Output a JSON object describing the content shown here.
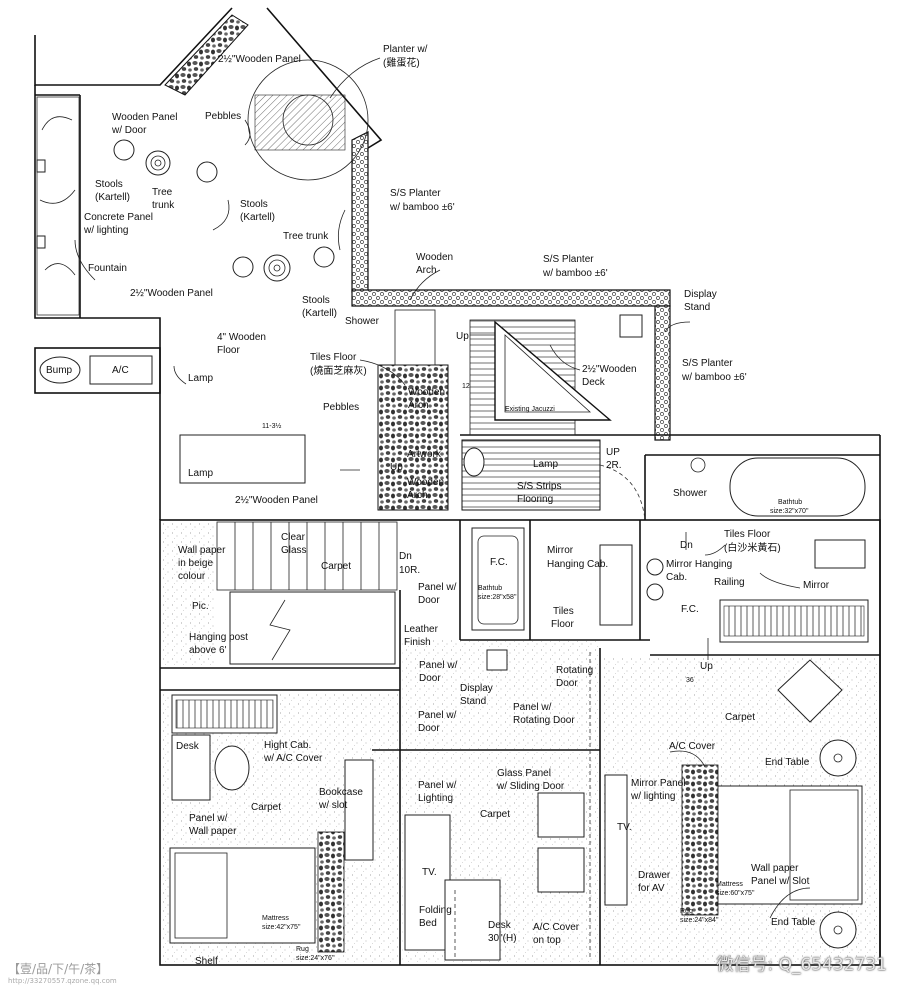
{
  "labels": {
    "wooden_panel_top": "2½\"Wooden Panel",
    "planter_line1": "Planter w/",
    "planter_line2": "(雞蛋花)",
    "wooden_panel_door_1": "Wooden Panel",
    "wooden_panel_door_2": "w/ Door",
    "pebbles_top": "Pebbles",
    "stools_1a": "Stools",
    "stools_1b": "(Kartell)",
    "tree_trunk_1a": "Tree",
    "tree_trunk_1b": "trunk",
    "concrete_1": "Concrete Panel",
    "concrete_2": "w/ lighting",
    "stools_2a": "Stools",
    "stools_2b": "(Kartell)",
    "tree_trunk_2": "Tree trunk",
    "ss_planter_left_1": "S/S Planter",
    "ss_planter_left_2": "w/ bamboo ±6'",
    "fountain": "Fountain",
    "wooden_arch_top_1": "Wooden",
    "wooden_arch_top_2": "Arch",
    "ss_planter_mid_1": "S/S Planter",
    "ss_planter_mid_2": "w/ bamboo ±6'",
    "display_stand_top_1": "Display",
    "display_stand_top_2": "Stand",
    "wooden_panel_mid": "2½\"Wooden Panel",
    "stools_3a": "Stools",
    "stools_3b": "(Kartell)",
    "shower_top": "Shower",
    "wood_floor_1": "4\" Wooden",
    "wood_floor_2": "Floor",
    "up_jacuzzi": "Up",
    "ss_planter_right_1": "S/S Planter",
    "ss_planter_right_2": "w/ bamboo ±6'",
    "bump": "Bump",
    "ac": "A/C",
    "lamp_1": "Lamp",
    "tiles_floor_1": "Tiles Floor",
    "tiles_floor_2": "(燒面芝麻灰)",
    "wooden_deck_1": "2½\"Wooden",
    "wooden_deck_2": "Deck",
    "wooden_arch_mid_1": "Wooden",
    "wooden_arch_mid_2": "Arch",
    "pebbles_mid": "Pebbles",
    "existing_jacuzzi": "Existing Jacuzzi",
    "lamp_2": "Lamp",
    "up_mid": "Up",
    "artwork": "Artwork",
    "lamp_3": "Lamp",
    "up_2r_1": "UP",
    "up_2r_2": "2R.",
    "ss_strips_1": "S/S Strips",
    "ss_strips_2": "Flooring",
    "wooden_arch_low_1": "Wooden",
    "wooden_arch_low_2": "Arch",
    "shower_right": "Shower",
    "wooden_panel_low": "2½\"Wooden Panel",
    "bathtub_right_1": "Bathtub",
    "bathtub_right_2": "size:32\"x70\"",
    "clear_glass_1": "Clear",
    "clear_glass_2": "Glass",
    "dn_stairs_1": "Dn",
    "dn_stairs_2": "10R.",
    "carpet_stairs": "Carpet",
    "wall_paper_1": "Wall paper",
    "wall_paper_2": "in beige",
    "wall_paper_3": "colour",
    "fc_left": "F.C.",
    "bathtub_left_1": "Bathtub",
    "bathtub_left_2": "size:28\"x58\"",
    "mirror_hanging_1a": "Mirror",
    "mirror_hanging_1b": "Hanging Cab.",
    "mirror_hanging_2a": "Mirror Hanging",
    "mirror_hanging_2b": "Cab.",
    "dn_right": "Dn",
    "tiles_floor_r1": "Tiles Floor",
    "tiles_floor_r2": "(白沙米黃石)",
    "railing": "Railing",
    "mirror_right": "Mirror",
    "panel_door_1a": "Panel w/",
    "panel_door_1b": "Door",
    "pic": "Pic.",
    "tiles_floor_small_1": "Tiles",
    "tiles_floor_small_2": "Floor",
    "fc_right": "F.C.",
    "leather_1": "Leather",
    "leather_2": "Finish",
    "hanging_post_1": "Hanging post",
    "hanging_post_2": "above 6'",
    "panel_door_2a": "Panel w/",
    "panel_door_2b": "Door",
    "display_stand_low_1": "Display",
    "display_stand_low_2": "Stand",
    "rotating_door_1": "Rotating",
    "rotating_door_2": "Door",
    "up_right": "Up",
    "panel_rot_1": "Panel w/",
    "panel_rot_2": "Rotating Door",
    "carpet_right": "Carpet",
    "desk_left": "Desk",
    "hight_cab_1": "Hight Cab.",
    "hight_cab_2": "w/ A/C Cover",
    "panel_door_3a": "Panel w/",
    "panel_door_3b": "Door",
    "ac_cover": "A/C Cover",
    "end_table_top": "End Table",
    "bookcase_1": "Bookcase",
    "bookcase_2": "w/ slot",
    "carpet_left": "Carpet",
    "panel_light_1": "Panel w/",
    "panel_light_2": "Lighting",
    "glass_panel_1": "Glass Panel",
    "glass_panel_2": "w/ Sliding Door",
    "mirror_panel_1": "Mirror Panel",
    "mirror_panel_2": "w/ lighting",
    "panel_wall_1": "Panel w/",
    "panel_wall_2": "Wall paper",
    "carpet_mid": "Carpet",
    "tv_right": "TV.",
    "tv_mid": "TV.",
    "drawer_1": "Drawer",
    "drawer_2": "for AV",
    "wall_paper_r1": "Wall paper",
    "wall_paper_r2": "Panel w/ Slot",
    "mattress_right_1": "Mattress",
    "mattress_right_2": "size:60\"x75\"",
    "folding_1": "Folding",
    "folding_2": "Bed",
    "mattress_left_1": "Mattress",
    "mattress_left_2": "size:42\"x75\"",
    "desk_mid_1": "Desk",
    "desk_mid_2": "30\"(H)",
    "ac_cover_2_1": "A/C Cover",
    "ac_cover_2_2": "on top",
    "rug_left_1": "Rug",
    "rug_left_2": "size:24\"x76\"",
    "rug_right_1": "Rug",
    "rug_right_2": "size:24\"x84\"",
    "end_table_low": "End Table",
    "shelf": "Shelf",
    "dim_1": "11-3½",
    "dim_2": "12",
    "dim_3": "36"
  },
  "watermark": {
    "left": "【壹/品/下/午/茶】",
    "left_sub": "http://33270557.qzone.qq.com",
    "right": "微信号: Q_65432731"
  }
}
